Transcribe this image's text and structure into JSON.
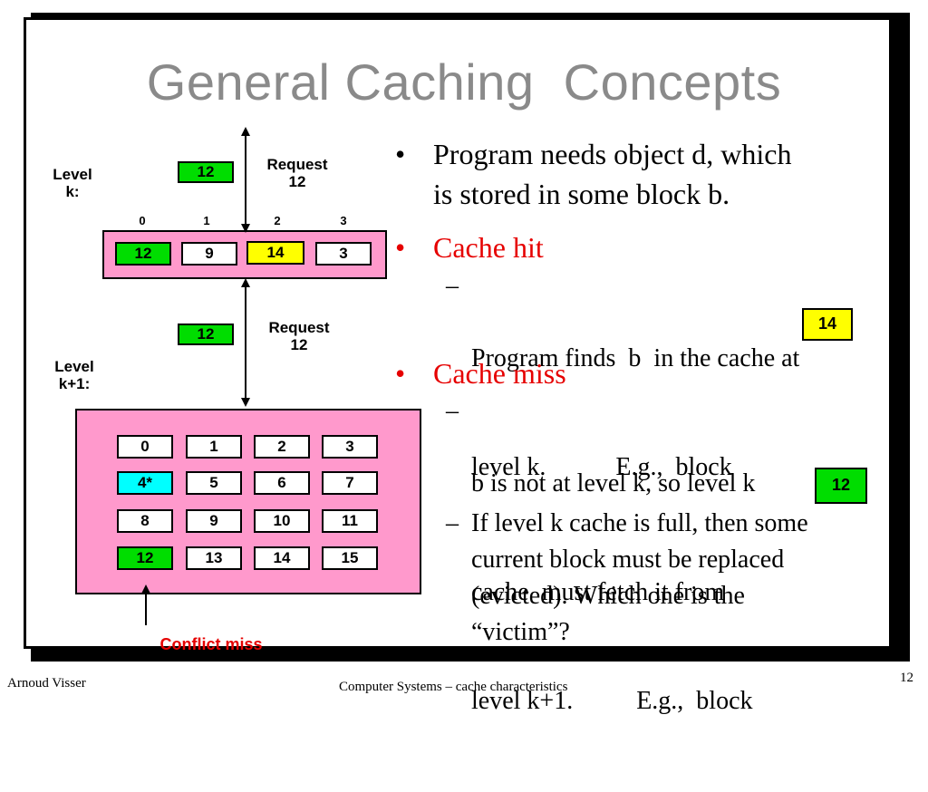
{
  "title": "General Caching  Concepts",
  "diagram": {
    "level_k_label": [
      "Level",
      "k:"
    ],
    "level_k1_label": [
      "Level",
      "k+1:"
    ],
    "request_label": [
      "Request",
      "12"
    ],
    "level_k_indices": [
      "0",
      "1",
      "2",
      "3"
    ],
    "level_k_blocks": [
      "12",
      "9",
      "14",
      "3"
    ],
    "moving_block": "12",
    "level_k1_blocks": [
      "0",
      "1",
      "2",
      "3",
      "4*",
      "5",
      "6",
      "7",
      "8",
      "9",
      "10",
      "11",
      "12",
      "13",
      "14",
      "15"
    ],
    "conflict_label": "Conflict miss",
    "colors": {
      "green": "#00dd00",
      "yellow": "#ffff00",
      "cyan": "#00ffff",
      "pink": "#ff99cc",
      "red": "#e60000"
    }
  },
  "bullets": {
    "b1": [
      "Program needs object d, which",
      "is stored in some block b."
    ],
    "hit_heading": "Cache hit",
    "hit_sub": [
      "Program finds  b  in the cache at",
      "level k.           E.g.,  block"
    ],
    "hit_block": "14",
    "miss_heading": "Cache miss",
    "miss_sub1": [
      "b is not at level k, so level k",
      "cache  must fetch it from",
      "level k+1.          E.g.,  block"
    ],
    "miss_block": "12",
    "miss_sub2": [
      "If level k cache is full, then some",
      "current block must be replaced",
      "(evicted). Which one is the",
      "“victim”?"
    ],
    "bullet_glyph": "•",
    "dash_glyph": "–"
  },
  "footer": {
    "author": "Arnoud Visser",
    "course": "Computer Systems – cache characteristics",
    "page": "12"
  }
}
